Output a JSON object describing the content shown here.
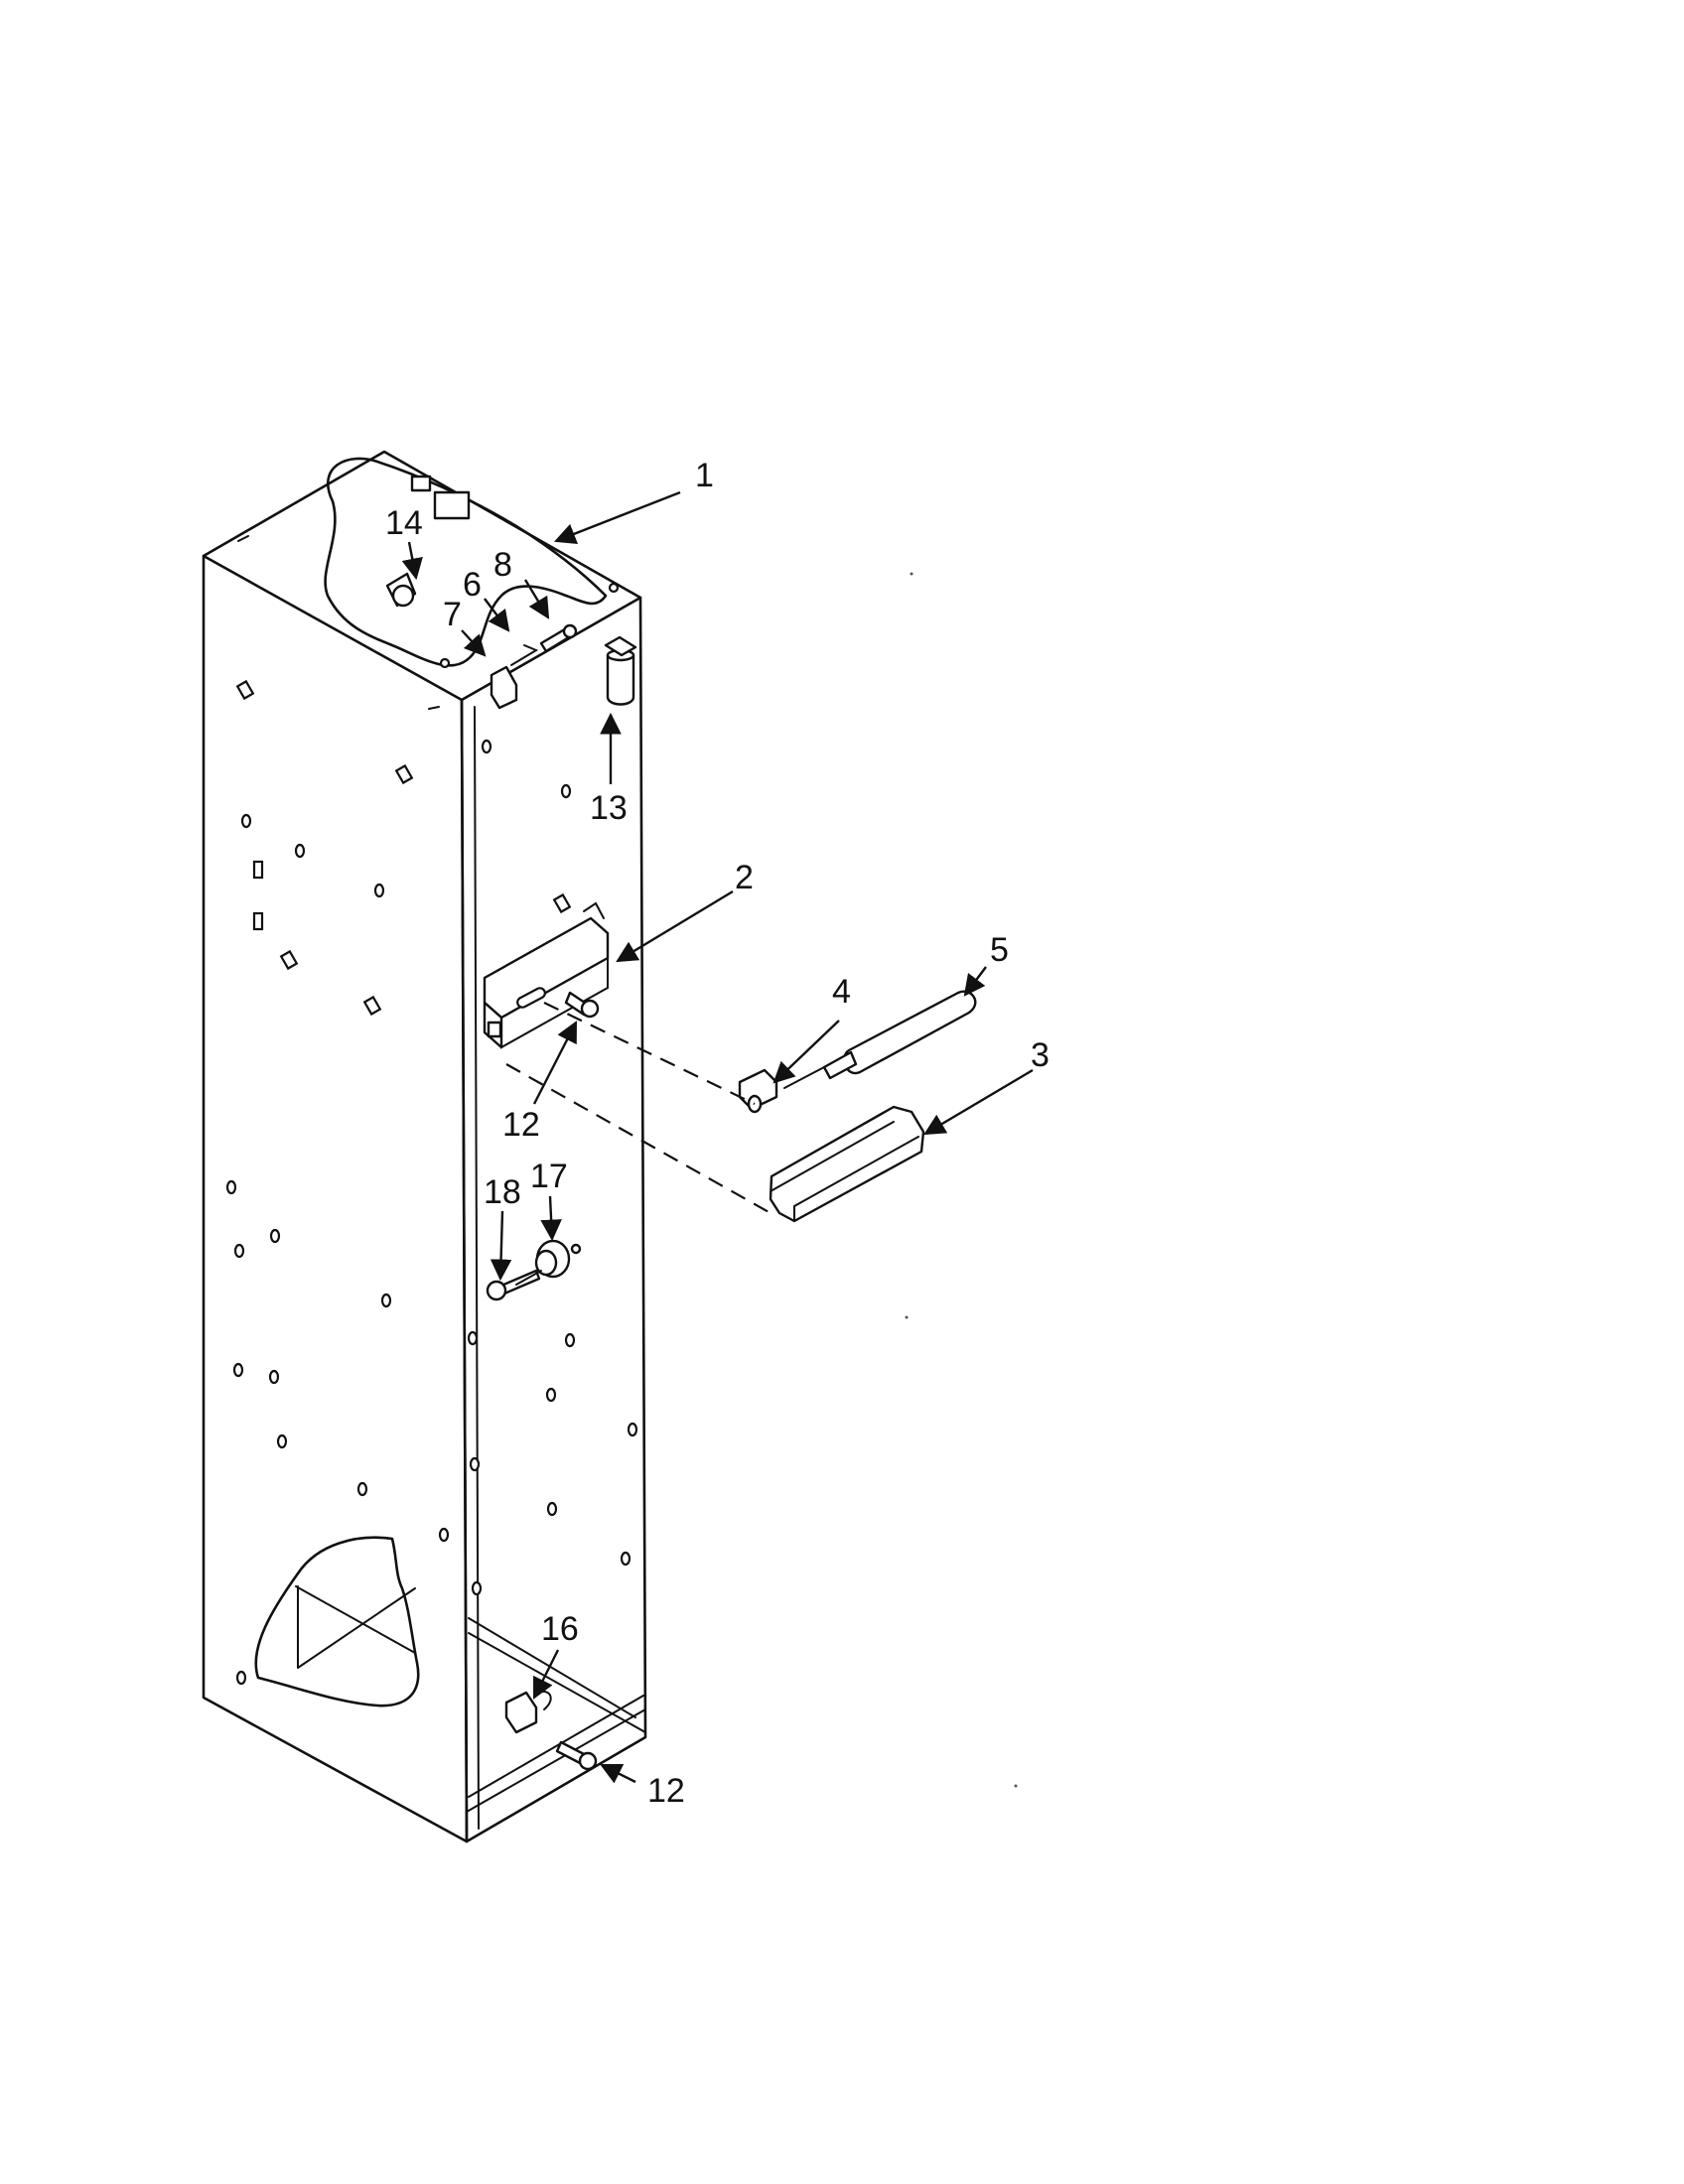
{
  "callouts": [
    {
      "id": "1",
      "label": "1"
    },
    {
      "id": "2",
      "label": "2"
    },
    {
      "id": "3",
      "label": "3"
    },
    {
      "id": "4",
      "label": "4"
    },
    {
      "id": "5",
      "label": "5"
    },
    {
      "id": "6",
      "label": "6"
    },
    {
      "id": "7",
      "label": "7"
    },
    {
      "id": "8",
      "label": "8"
    },
    {
      "id": "12a",
      "label": "12"
    },
    {
      "id": "12b",
      "label": "12"
    },
    {
      "id": "13",
      "label": "13"
    },
    {
      "id": "14",
      "label": "14"
    },
    {
      "id": "16",
      "label": "16"
    },
    {
      "id": "17",
      "label": "17"
    },
    {
      "id": "18",
      "label": "18"
    }
  ],
  "colors": {
    "line": "#111111",
    "background": "#ffffff"
  }
}
